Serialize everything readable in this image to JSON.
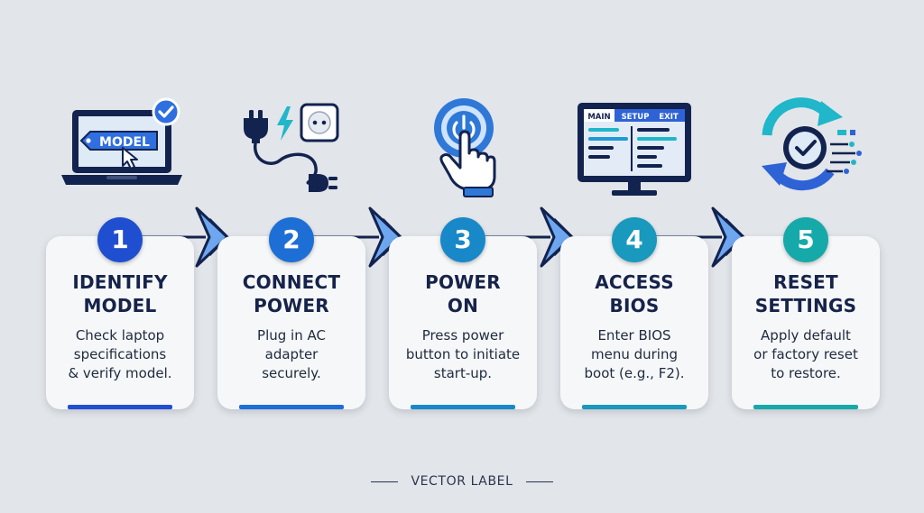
{
  "steps": [
    {
      "number": "1",
      "title": "IDENTIFY\nMODEL",
      "description": "Check laptop\nspecifications\n& verify model.",
      "icon": "laptop-model-tag-icon",
      "icon_label": "MODEL",
      "color": "#1f4fd0"
    },
    {
      "number": "2",
      "title": "CONNECT\nPOWER",
      "description": "Plug in AC\nadapter\nsecurely.",
      "icon": "power-plug-outlet-icon",
      "color": "#1d6fd6"
    },
    {
      "number": "3",
      "title": "POWER\nON",
      "description": "Press power\nbutton to initiate\nstart-up.",
      "icon": "power-button-press-icon",
      "color": "#1888c9"
    },
    {
      "number": "4",
      "title": "ACCESS\nBIOS",
      "description": "Enter BIOS\nmenu during\nboot (e.g., F2).",
      "icon": "bios-monitor-icon",
      "icon_tabs": [
        "MAIN",
        "SETUP",
        "EXIT"
      ],
      "color": "#1899bd"
    },
    {
      "number": "5",
      "title": "RESET\nSETTINGS",
      "description": "Apply default\nor factory reset\nto restore.",
      "icon": "reset-cycle-check-icon",
      "color": "#16a9a9"
    }
  ],
  "footer": {
    "label": "VECTOR LABEL"
  },
  "colors": {
    "navy": "#12234f",
    "background": "#e2e5e9",
    "card": "#f6f7f8",
    "arrow_light": "#6ea7f0"
  }
}
